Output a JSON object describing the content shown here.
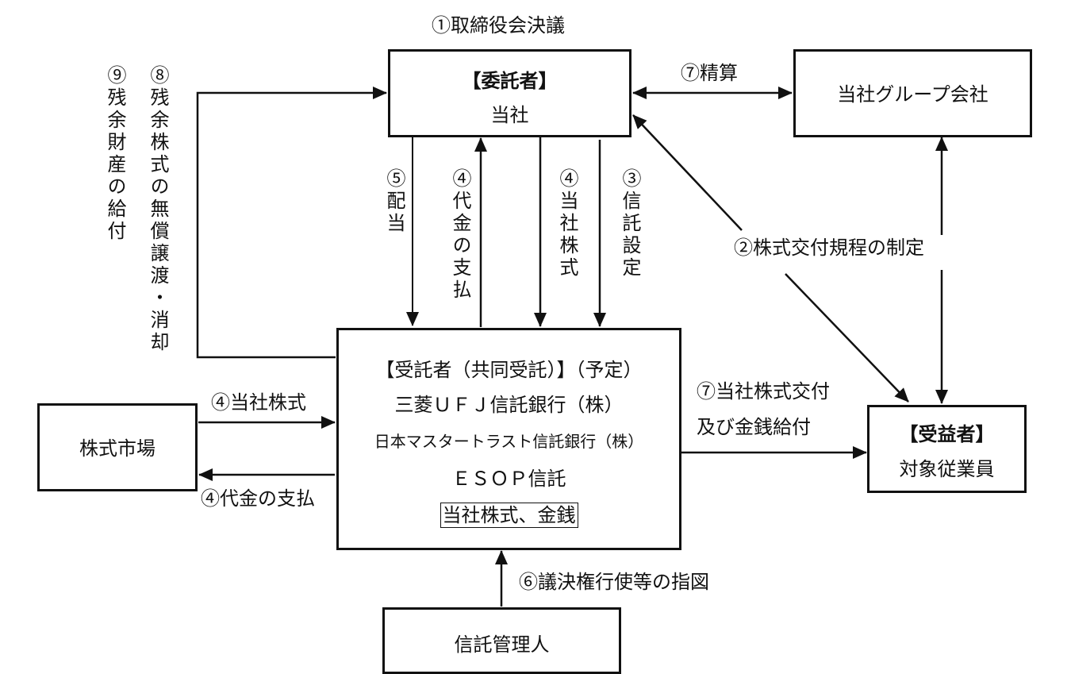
{
  "title": "①取締役会決議",
  "trustor": {
    "heading": "【委託者】",
    "name": "当社"
  },
  "group_company": {
    "name": "当社グループ会社"
  },
  "trustee": {
    "heading": "【受託者（共同受託）】（予定）",
    "bank1": "三菱ＵＦＪ信託銀行（株）",
    "bank2": "日本マスタートラスト信託銀行（株）",
    "trust": "ＥＳＯＰ信託",
    "assets": "当社株式、金銭"
  },
  "stock_market": {
    "name": "株式市場"
  },
  "beneficiary": {
    "heading": "【受益者】",
    "name": "対象従業員"
  },
  "trust_admin": {
    "name": "信託管理人"
  },
  "labels": {
    "settlement": "⑦精算",
    "rules": "②株式交付規程の制定",
    "dividend": "⑤配当",
    "payment_up": "④代金の支払",
    "shares_down": "④当社株式",
    "trust_setup": "③信託設定",
    "residual_shares": "⑧残余株式の無償譲渡・消却",
    "residual_assets": "⑨残余財産の給付",
    "market_shares": "④当社株式",
    "market_payment": "④代金の支払",
    "delivery_line1": "⑦当社株式交付",
    "delivery_line2": "及び金銭給付",
    "voting": "⑥議決権行使等の指図"
  }
}
